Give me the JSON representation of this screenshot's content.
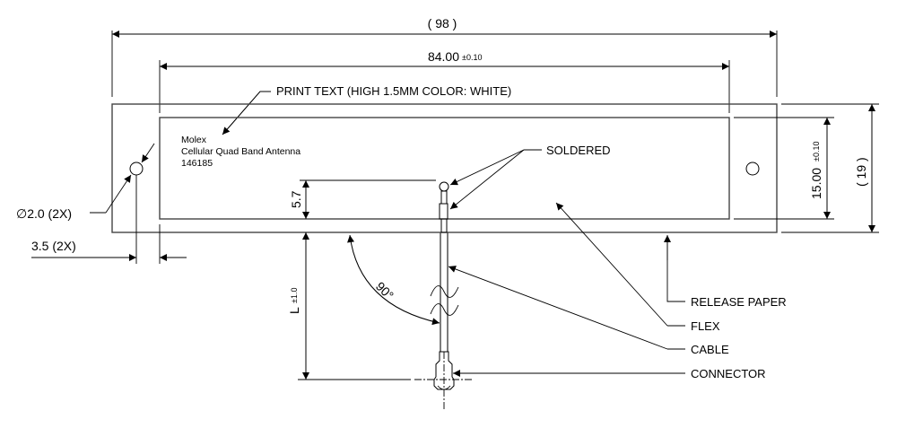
{
  "drawing": {
    "title": "Cellular Quad Band Antenna dimension drawing",
    "dimensions": {
      "overall_length": "( 98 )",
      "flex_length": "84.00",
      "flex_length_tol": "±0.10",
      "overall_height": "( 19 )",
      "flex_height": "15.00",
      "flex_height_tol": "±0.10",
      "solder_offset": "5.7",
      "cable_length": "L",
      "cable_length_tol": "±1.0",
      "angle": "90°",
      "hole_diameter": "∅2.0 (2X)",
      "hole_offset": "3.5 (2X)"
    },
    "print_text": {
      "line1": "Molex",
      "line2": "Cellular Quad Band Antenna",
      "line3": "146185"
    },
    "callouts": {
      "print_text": "PRINT TEXT (HIGH 1.5MM COLOR: WHITE)",
      "soldered": "SOLDERED",
      "release_paper": "RELEASE PAPER",
      "flex": "FLEX",
      "cable": "CABLE",
      "connector": "CONNECTOR"
    },
    "colors": {
      "line": "#000000",
      "outline": "#444444",
      "background": "#ffffff"
    }
  }
}
